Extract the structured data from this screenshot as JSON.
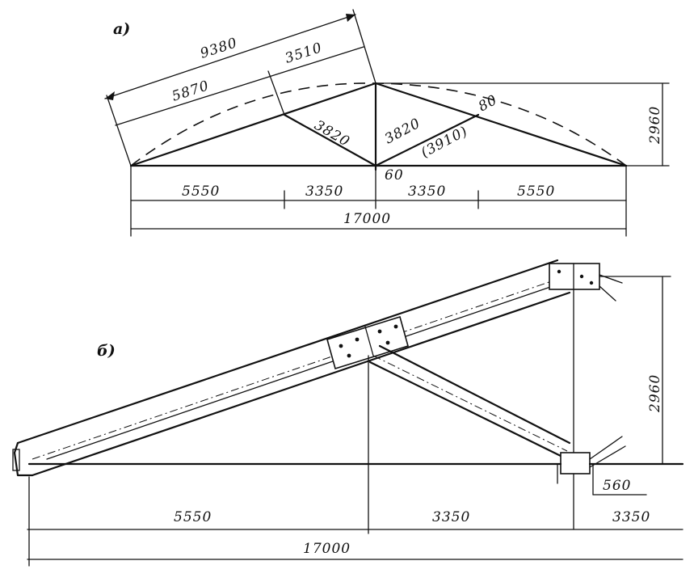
{
  "diagram_a": {
    "label": "а)",
    "dims": {
      "rafter_total": "9380",
      "rafter_left_part": "5870",
      "rafter_right_part": "3510",
      "strut_left": "3820",
      "strut_right": "3820",
      "strut_right_alt": "(3910)",
      "node_offset_top": "80",
      "node_offset_bottom": "60",
      "height": "2960",
      "span_1": "5550",
      "span_2": "3350",
      "span_3": "3350",
      "span_4": "5550",
      "span_total": "17000"
    }
  },
  "diagram_b": {
    "label": "б)",
    "dims": {
      "height": "2960",
      "span_1": "5550",
      "span_2": "3350",
      "span_3": "3350",
      "node_offset": "560",
      "span_total": "17000"
    }
  }
}
